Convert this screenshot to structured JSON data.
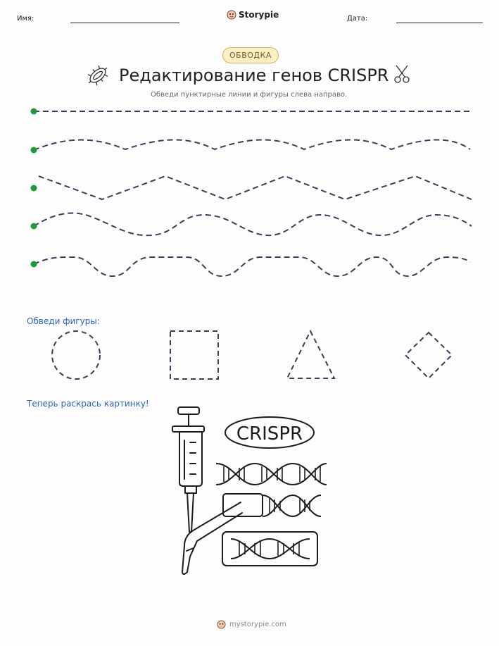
{
  "header": {
    "name_label": "Имя:",
    "brand": "Storypie",
    "date_label": "Дата:"
  },
  "badge": "ОБВОДКА",
  "title": "Редактирование генов CRISPR",
  "subtitle": "Обведи пунктирные линии и фигуры слева направо.",
  "shapes_heading": "Обведи фигуры:",
  "shapes": [
    "circle",
    "square",
    "triangle",
    "diamond"
  ],
  "coloring_heading": "Теперь раскрась картинку!",
  "coloring": {
    "oval_text": "CRISPR"
  },
  "trace_lines": [
    "straight",
    "gentle-wave",
    "zigzag",
    "wave",
    "curvy-wave"
  ],
  "footer": {
    "url": "mystorypie.com"
  },
  "colors": {
    "start_dot": "#1e9a3a",
    "dash": "#3a3d5c",
    "heading": "#2b63c7",
    "badge_border": "#d8b24a"
  },
  "icons": [
    "bacteria-icon",
    "scissors-icon",
    "storypie-logo-icon",
    "syringe-icon",
    "dna-icon"
  ]
}
